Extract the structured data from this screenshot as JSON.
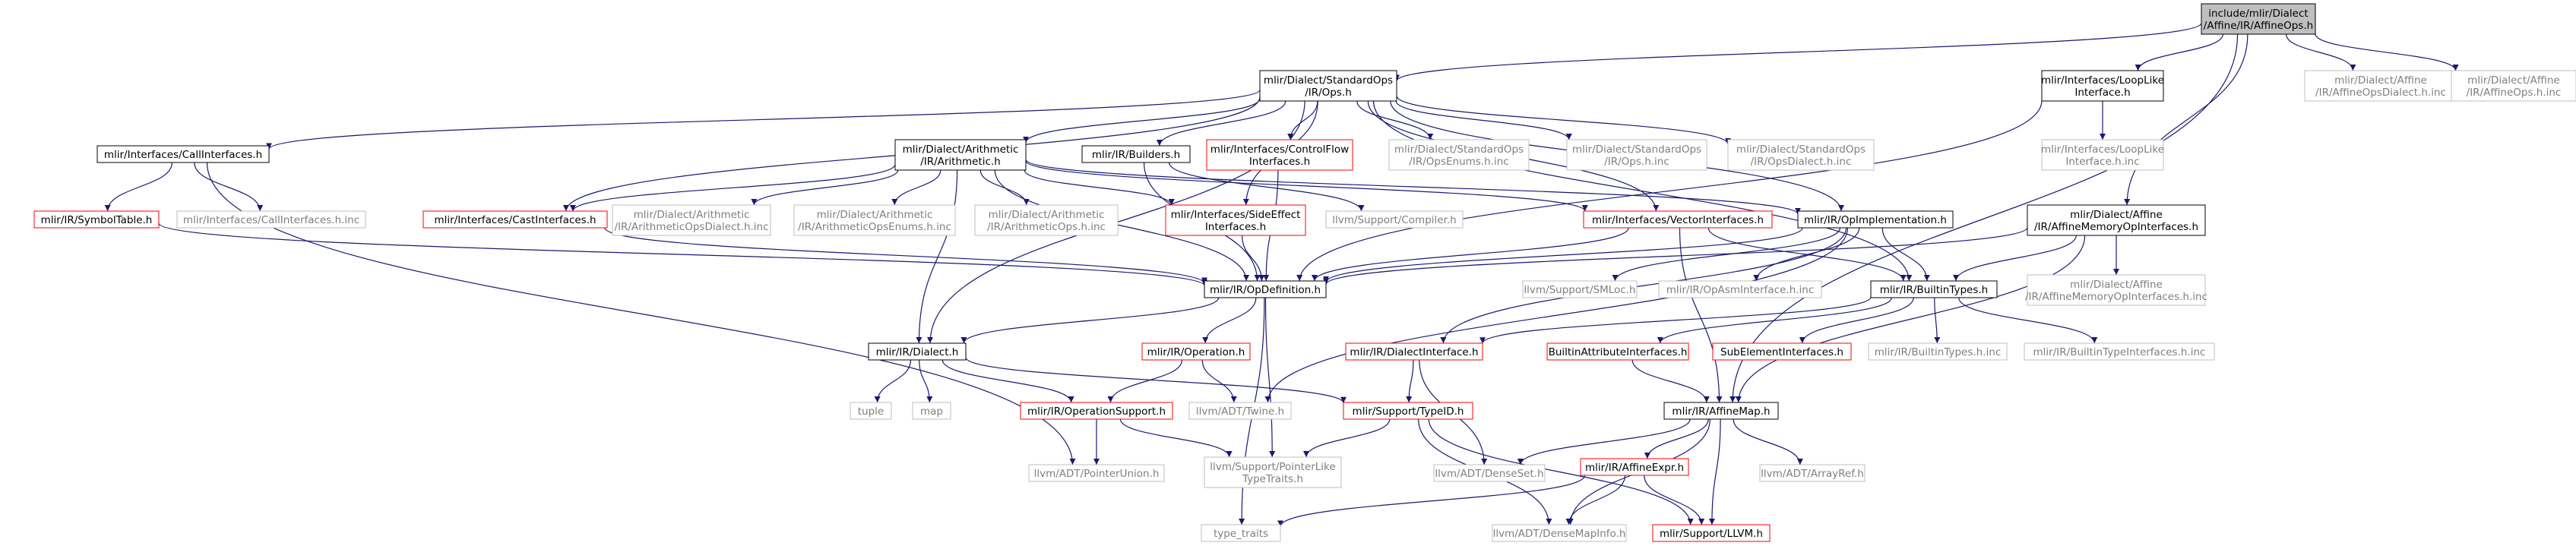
{
  "colors": {
    "edge": "#191970",
    "box_black": "#000000",
    "box_red": "#ff0000",
    "box_grey": "#bfbfbf",
    "root_fill": "#bfbfbf",
    "text": "#000000",
    "text_light": "#7f7f7f"
  },
  "nodes": [
    {
      "id": "affineops",
      "kind": "root",
      "lines": [
        "include/mlir/Dialect",
        "/Affine/IR/AffineOps.h"
      ]
    },
    {
      "id": "standardops",
      "kind": "black",
      "lines": [
        "mlir/Dialect/StandardOps",
        "/IR/Ops.h"
      ]
    },
    {
      "id": "looplike",
      "kind": "black",
      "lines": [
        "mlir/Interfaces/LoopLike",
        "Interface.h"
      ]
    },
    {
      "id": "affineopsdialectinc",
      "kind": "grey",
      "lines": [
        "mlir/Dialect/Affine",
        "/IR/AffineOpsDialect.h.inc"
      ]
    },
    {
      "id": "affineopshinc",
      "kind": "grey",
      "lines": [
        "mlir/Dialect/Affine",
        "/IR/AffineOps.h.inc"
      ]
    },
    {
      "id": "callinterfaces",
      "kind": "black",
      "lines": [
        "mlir/Interfaces/CallInterfaces.h"
      ]
    },
    {
      "id": "arithmetic",
      "kind": "black",
      "lines": [
        "mlir/Dialect/Arithmetic",
        "/IR/Arithmetic.h"
      ]
    },
    {
      "id": "builders",
      "kind": "black",
      "lines": [
        "mlir/IR/Builders.h"
      ]
    },
    {
      "id": "controlflow",
      "kind": "red",
      "lines": [
        "mlir/Interfaces/ControlFlow",
        "Interfaces.h"
      ]
    },
    {
      "id": "opsenumsinc",
      "kind": "grey",
      "lines": [
        "mlir/Dialect/StandardOps",
        "/IR/OpsEnums.h.inc"
      ]
    },
    {
      "id": "opshinc",
      "kind": "grey",
      "lines": [
        "mlir/Dialect/StandardOps",
        "/IR/Ops.h.inc"
      ]
    },
    {
      "id": "opsdialectinc",
      "kind": "grey",
      "lines": [
        "mlir/Dialect/StandardOps",
        "/IR/OpsDialect.h.inc"
      ]
    },
    {
      "id": "looplikeinc",
      "kind": "grey",
      "lines": [
        "mlir/Interfaces/LoopLike",
        "Interface.h.inc"
      ]
    },
    {
      "id": "symboltable",
      "kind": "red",
      "lines": [
        "mlir/IR/SymbolTable.h"
      ]
    },
    {
      "id": "callinterfacesinc",
      "kind": "grey",
      "lines": [
        "mlir/Interfaces/CallInterfaces.h.inc"
      ]
    },
    {
      "id": "castinterfaces",
      "kind": "red",
      "lines": [
        "mlir/Interfaces/CastInterfaces.h"
      ]
    },
    {
      "id": "arithdialectinc",
      "kind": "grey",
      "lines": [
        "mlir/Dialect/Arithmetic",
        "/IR/ArithmeticOpsDialect.h.inc"
      ]
    },
    {
      "id": "arithenumsinc",
      "kind": "grey",
      "lines": [
        "mlir/Dialect/Arithmetic",
        "/IR/ArithmeticOpsEnums.h.inc"
      ]
    },
    {
      "id": "arithopsinc",
      "kind": "grey",
      "lines": [
        "mlir/Dialect/Arithmetic",
        "/IR/ArithmeticOps.h.inc"
      ]
    },
    {
      "id": "sideeffect",
      "kind": "red",
      "lines": [
        "mlir/Interfaces/SideEffect",
        "Interfaces.h"
      ]
    },
    {
      "id": "compiler",
      "kind": "grey",
      "lines": [
        "llvm/Support/Compiler.h"
      ]
    },
    {
      "id": "vectorinterfaces",
      "kind": "red",
      "lines": [
        "mlir/Interfaces/VectorInterfaces.h"
      ]
    },
    {
      "id": "opimplementation",
      "kind": "black",
      "lines": [
        "mlir/IR/OpImplementation.h"
      ]
    },
    {
      "id": "affinememop",
      "kind": "black",
      "lines": [
        "mlir/Dialect/Affine",
        "/IR/AffineMemoryOpInterfaces.h"
      ]
    },
    {
      "id": "opdefinition",
      "kind": "black",
      "lines": [
        "mlir/IR/OpDefinition.h"
      ]
    },
    {
      "id": "smloc",
      "kind": "grey",
      "lines": [
        "llvm/Support/SMLoc.h"
      ]
    },
    {
      "id": "opasminc",
      "kind": "grey",
      "lines": [
        "mlir/IR/OpAsmInterface.h.inc"
      ]
    },
    {
      "id": "builtintypes",
      "kind": "black",
      "lines": [
        "mlir/IR/BuiltinTypes.h"
      ]
    },
    {
      "id": "affinememopinc",
      "kind": "grey",
      "lines": [
        "mlir/Dialect/Affine",
        "/IR/AffineMemoryOpInterfaces.h.inc"
      ]
    },
    {
      "id": "dialect",
      "kind": "black",
      "lines": [
        "mlir/IR/Dialect.h"
      ]
    },
    {
      "id": "operation",
      "kind": "red",
      "lines": [
        "mlir/IR/Operation.h"
      ]
    },
    {
      "id": "dialectinterface",
      "kind": "red",
      "lines": [
        "mlir/IR/DialectInterface.h"
      ]
    },
    {
      "id": "builtinattrinterfaces",
      "kind": "red",
      "lines": [
        "BuiltinAttributeInterfaces.h"
      ]
    },
    {
      "id": "subelementinterfaces",
      "kind": "red",
      "lines": [
        "SubElementInterfaces.h"
      ]
    },
    {
      "id": "builtintypesinc",
      "kind": "grey",
      "lines": [
        "mlir/IR/BuiltinTypes.h.inc"
      ]
    },
    {
      "id": "builtintypeinterfacesinc",
      "kind": "grey",
      "lines": [
        "mlir/IR/BuiltinTypeInterfaces.h.inc"
      ]
    },
    {
      "id": "tuple",
      "kind": "grey",
      "lines": [
        "tuple"
      ]
    },
    {
      "id": "map",
      "kind": "grey",
      "lines": [
        "map"
      ]
    },
    {
      "id": "operationsupport",
      "kind": "red",
      "lines": [
        "mlir/IR/OperationSupport.h"
      ]
    },
    {
      "id": "twine",
      "kind": "grey",
      "lines": [
        "llvm/ADT/Twine.h"
      ]
    },
    {
      "id": "typeid",
      "kind": "red",
      "lines": [
        "mlir/Support/TypeID.h"
      ]
    },
    {
      "id": "affinemap",
      "kind": "black",
      "lines": [
        "mlir/IR/AffineMap.h"
      ]
    },
    {
      "id": "pointerunion",
      "kind": "grey",
      "lines": [
        "llvm/ADT/PointerUnion.h"
      ]
    },
    {
      "id": "pointerliketypetraits",
      "kind": "grey",
      "lines": [
        "llvm/Support/PointerLike",
        "TypeTraits.h"
      ]
    },
    {
      "id": "denseset",
      "kind": "grey",
      "lines": [
        "llvm/ADT/DenseSet.h"
      ]
    },
    {
      "id": "affineexpr",
      "kind": "red",
      "lines": [
        "mlir/IR/AffineExpr.h"
      ]
    },
    {
      "id": "arrayref",
      "kind": "grey",
      "lines": [
        "llvm/ADT/ArrayRef.h"
      ]
    },
    {
      "id": "typetraits",
      "kind": "grey",
      "lines": [
        "type_traits"
      ]
    },
    {
      "id": "densemapinfo",
      "kind": "grey",
      "lines": [
        "llvm/ADT/DenseMapInfo.h"
      ]
    },
    {
      "id": "llvmh",
      "kind": "red",
      "lines": [
        "mlir/Support/LLVM.h"
      ]
    }
  ],
  "edges": [
    [
      "affineops",
      "standardops"
    ],
    [
      "affineops",
      "looplike"
    ],
    [
      "affineops",
      "affineopsdialectinc"
    ],
    [
      "affineops",
      "affineopshinc"
    ],
    [
      "affineops",
      "affinememop"
    ],
    [
      "affineops",
      "affinemap"
    ],
    [
      "standardops",
      "callinterfaces"
    ],
    [
      "standardops",
      "arithmetic"
    ],
    [
      "standardops",
      "builders"
    ],
    [
      "standardops",
      "controlflow"
    ],
    [
      "standardops",
      "opsenumsinc"
    ],
    [
      "standardops",
      "opshinc"
    ],
    [
      "standardops",
      "opsdialectinc"
    ],
    [
      "standardops",
      "castinterfaces"
    ],
    [
      "standardops",
      "sideeffect"
    ],
    [
      "standardops",
      "vectorinterfaces"
    ],
    [
      "standardops",
      "opimplementation"
    ],
    [
      "standardops",
      "builtintypes"
    ],
    [
      "standardops",
      "dialect"
    ],
    [
      "looplike",
      "looplikeinc"
    ],
    [
      "looplike",
      "opdefinition"
    ],
    [
      "callinterfaces",
      "symboltable"
    ],
    [
      "callinterfaces",
      "callinterfacesinc"
    ],
    [
      "callinterfaces",
      "pointerunion"
    ],
    [
      "arithmetic",
      "castinterfaces"
    ],
    [
      "arithmetic",
      "arithdialectinc"
    ],
    [
      "arithmetic",
      "arithenumsinc"
    ],
    [
      "arithmetic",
      "arithopsinc"
    ],
    [
      "arithmetic",
      "sideeffect"
    ],
    [
      "arithmetic",
      "vectorinterfaces"
    ],
    [
      "arithmetic",
      "opimplementation"
    ],
    [
      "arithmetic",
      "opdefinition"
    ],
    [
      "arithmetic",
      "dialect"
    ],
    [
      "builders",
      "compiler"
    ],
    [
      "builders",
      "opdefinition"
    ],
    [
      "controlflow",
      "opdefinition"
    ],
    [
      "symboltable",
      "opdefinition"
    ],
    [
      "castinterfaces",
      "opdefinition"
    ],
    [
      "sideeffect",
      "opdefinition"
    ],
    [
      "vectorinterfaces",
      "opdefinition"
    ],
    [
      "vectorinterfaces",
      "builtintypes"
    ],
    [
      "vectorinterfaces",
      "affinemap"
    ],
    [
      "opimplementation",
      "opdefinition"
    ],
    [
      "opimplementation",
      "smloc"
    ],
    [
      "opimplementation",
      "opasminc"
    ],
    [
      "opimplementation",
      "builtintypes"
    ],
    [
      "opimplementation",
      "dialectinterface"
    ],
    [
      "opimplementation",
      "twine"
    ],
    [
      "affinememop",
      "opdefinition"
    ],
    [
      "affinememop",
      "builtintypes"
    ],
    [
      "affinememop",
      "affinememopinc"
    ],
    [
      "affinememop",
      "affinemap"
    ],
    [
      "opdefinition",
      "dialect"
    ],
    [
      "opdefinition",
      "operation"
    ],
    [
      "opdefinition",
      "pointerliketypetraits"
    ],
    [
      "opdefinition",
      "typetraits"
    ],
    [
      "builtintypes",
      "dialectinterface"
    ],
    [
      "builtintypes",
      "builtinattrinterfaces"
    ],
    [
      "builtintypes",
      "subelementinterfaces"
    ],
    [
      "builtintypes",
      "builtintypesinc"
    ],
    [
      "builtintypes",
      "builtintypeinterfacesinc"
    ],
    [
      "dialect",
      "tuple"
    ],
    [
      "dialect",
      "map"
    ],
    [
      "dialect",
      "operationsupport"
    ],
    [
      "dialect",
      "typeid"
    ],
    [
      "operation",
      "operationsupport"
    ],
    [
      "operation",
      "twine"
    ],
    [
      "dialectinterface",
      "typeid"
    ],
    [
      "dialectinterface",
      "denseset"
    ],
    [
      "builtinattrinterfaces",
      "affinemap"
    ],
    [
      "operationsupport",
      "pointerunion"
    ],
    [
      "operationsupport",
      "pointerliketypetraits"
    ],
    [
      "typeid",
      "pointerliketypetraits"
    ],
    [
      "typeid",
      "densemapinfo"
    ],
    [
      "typeid",
      "llvmh"
    ],
    [
      "affinemap",
      "denseset"
    ],
    [
      "affinemap",
      "affineexpr"
    ],
    [
      "affinemap",
      "arrayref"
    ],
    [
      "affinemap",
      "densemapinfo"
    ],
    [
      "affinemap",
      "llvmh"
    ],
    [
      "affineexpr",
      "typetraits"
    ],
    [
      "affineexpr",
      "densemapinfo"
    ],
    [
      "affineexpr",
      "llvmh"
    ]
  ]
}
